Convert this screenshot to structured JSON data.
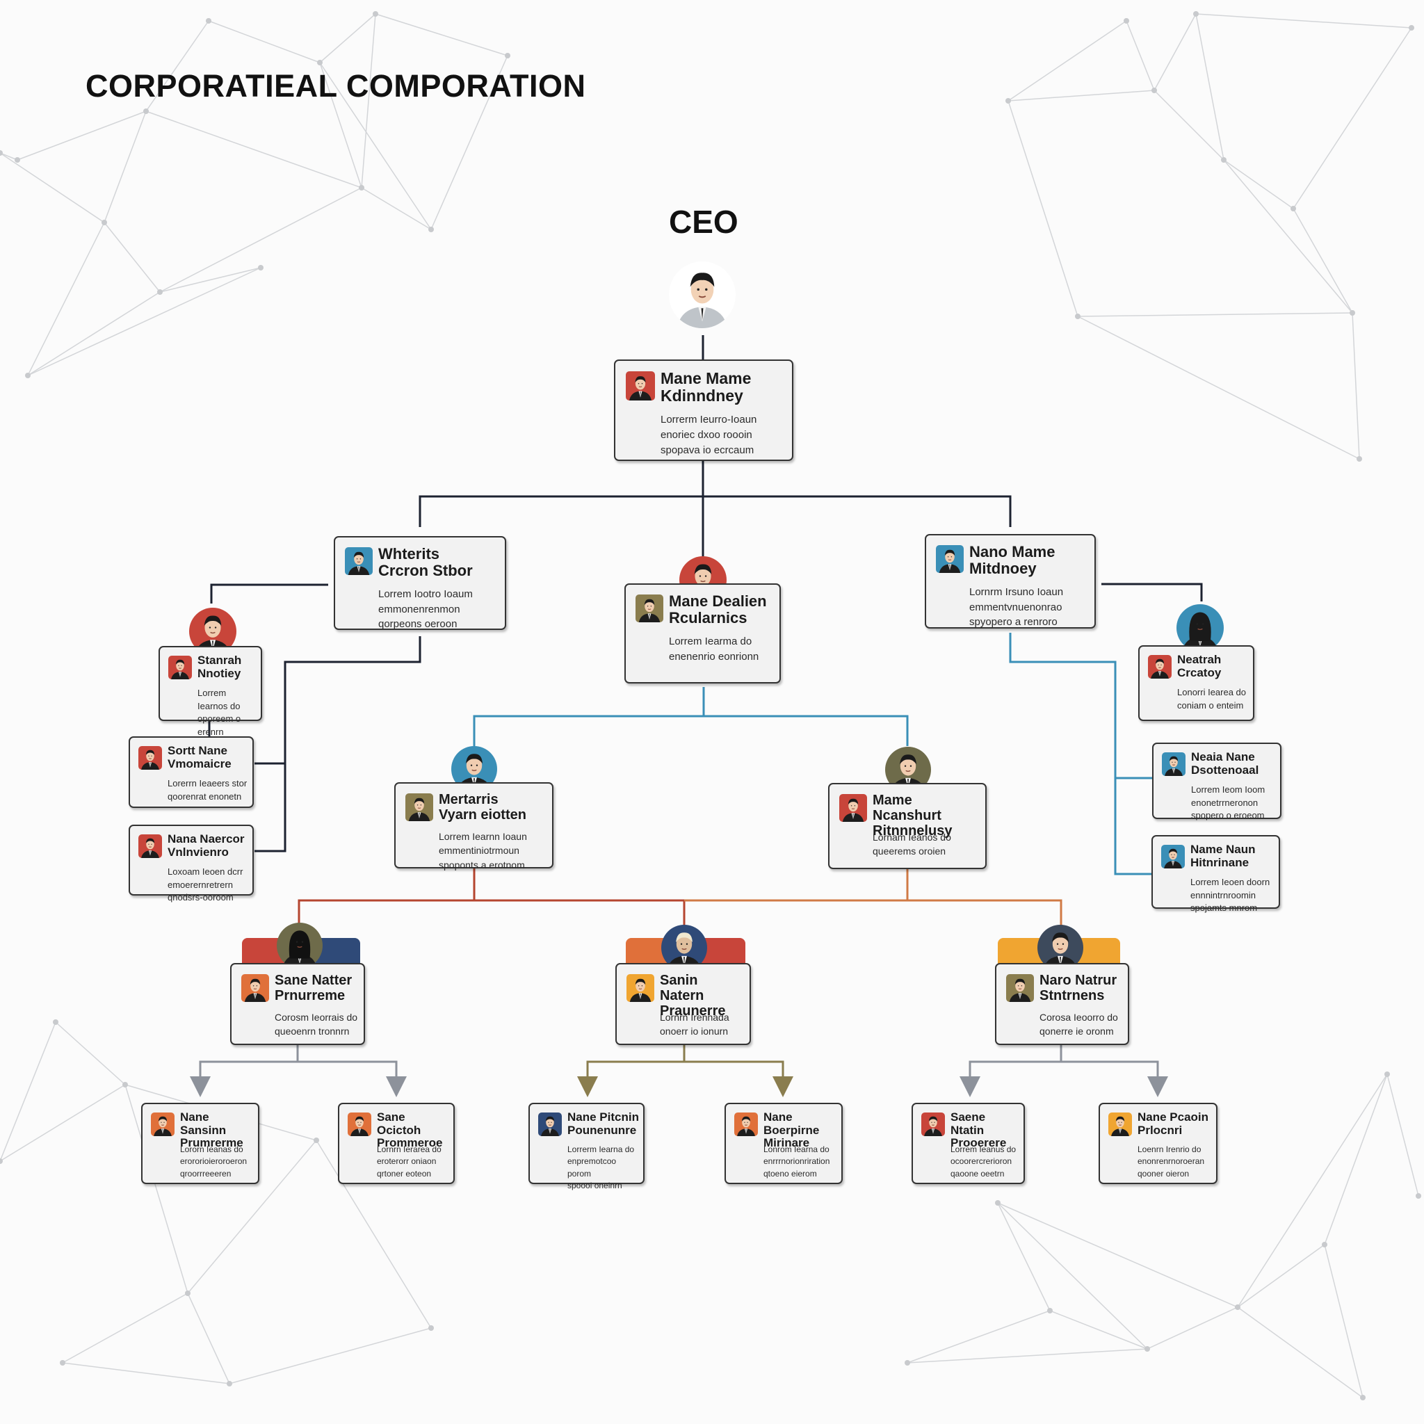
{
  "header": {
    "title": "CORPORATIEAL COMPORATION"
  },
  "ceo_label": "CEO",
  "colors": {
    "line_dark": "#1c2230",
    "line_blue": "#3a8fb7",
    "line_red": "#b5452f",
    "line_orange": "#d07a45",
    "line_gray": "#8d929b",
    "line_olive": "#8a7d4e",
    "tab_red": "#c8453a",
    "tab_navy": "#2f4a78",
    "tab_orange": "#e0703a",
    "tab_yellow": "#f0a531"
  },
  "cards": {
    "ceo": {
      "name": "Mane Mame\nKdinndney",
      "desc": "Lorrerm Ieurro-Ioaun\nenoriec dxoo roooin\nspopava io ecrcaum"
    },
    "left": {
      "name": "Whterits\nCrcron Stbor",
      "desc": "Lorrem Iootro Ioaum\nemmonenrenmon\nqorpeons oeroon"
    },
    "center": {
      "name": "Mane Dealien\nRcularnics",
      "desc": "Lorrem Iearma do\nenenenrio eonrionn"
    },
    "right": {
      "name": "Nano Mame\nMitdnoey",
      "desc": "Lornrm Irsuno Ioaun\nemmentvnuenonrao\nspyopero a renroro"
    },
    "l1": {
      "name": "Stanrah\nNnotiey",
      "desc": "Lorrem Iearnos do\noporeem o erenrn"
    },
    "l2": {
      "name": "Sortt Nane\nVmomaicre",
      "desc": "Lorerrn Ieaeers stor\nqoorenrat enonetn"
    },
    "l3": {
      "name": "Nana Naercor\nVnlnvienro",
      "desc": "Loxoam Ieoen dcrr\nemoerernretrern\nqnodsrs-ooroom"
    },
    "r1": {
      "name": "Neatrah\nCrcatoy",
      "desc": "Lonorri Iearea do\nconiam o enteim"
    },
    "r2": {
      "name": "Neaia Nane\nDsottenoaal",
      "desc": "Lorrem Ieom Ioom\nenonetrrneronon\nspopero o eroeom"
    },
    "r3": {
      "name": "Name Naun\nHitnrinane",
      "desc": "Lorrem Ieoen doorn\nennnintrnroomin\nspojamts mnrom"
    },
    "mid_l": {
      "name": "Mertarris\nVyarn eiotten",
      "desc": "Lorrem Iearnn Ioaun\nemmentiniotrmoun\nspoponts a erotnom"
    },
    "mid_r": {
      "name": "Mame Ncanshurt\nRitnnnelusy",
      "desc": "Lornam Ieanos do\nqueerems oroien"
    },
    "b1": {
      "name": "Sane Natter\nPrnurreme",
      "desc": "Corosm Ieorrais do\nqueoenrn tronnrn"
    },
    "b2": {
      "name": "Sanin Natern\nPraunerre",
      "desc": "Lornrn Irennada\nonoerr io ionurn"
    },
    "b3": {
      "name": "Naro Natrur\nStntrnens",
      "desc": "Corosa Ieoorro do\nqonerre ie oronm"
    },
    "leaf1": {
      "name": "Nane Sansinn\nPrumrerme",
      "desc": "Lororn Ieanas do\nerororioieroroeron\nqroorrreeeren"
    },
    "leaf2": {
      "name": "Sane Ocictoh\nPrommeroe",
      "desc": "Lornrn Ierarea do\neroterorr oniaon\nqrtoner eoteon"
    },
    "leaf3": {
      "name": "Nane Pitcnin\nPounenunre",
      "desc": "Lorrerm Iearna do\nenpremotcoo porom\nspoooi oneinrn"
    },
    "leaf4": {
      "name": "Nane Boerpirne\nMirinare",
      "desc": "Lonrom Iearna do\nenrrrnorionriration\nqtoeno eierom"
    },
    "leaf5": {
      "name": "Saene Ntatin\nProoerere",
      "desc": "Lorrem Ieanus do\nocoorercrerioron\nqaoone oeetrn"
    },
    "leaf6": {
      "name": "Nane Pcaoin\nPrlocnri",
      "desc": "Loenrn Irenrio do\nenonrenrnoroeran\nqooner oieron"
    }
  }
}
